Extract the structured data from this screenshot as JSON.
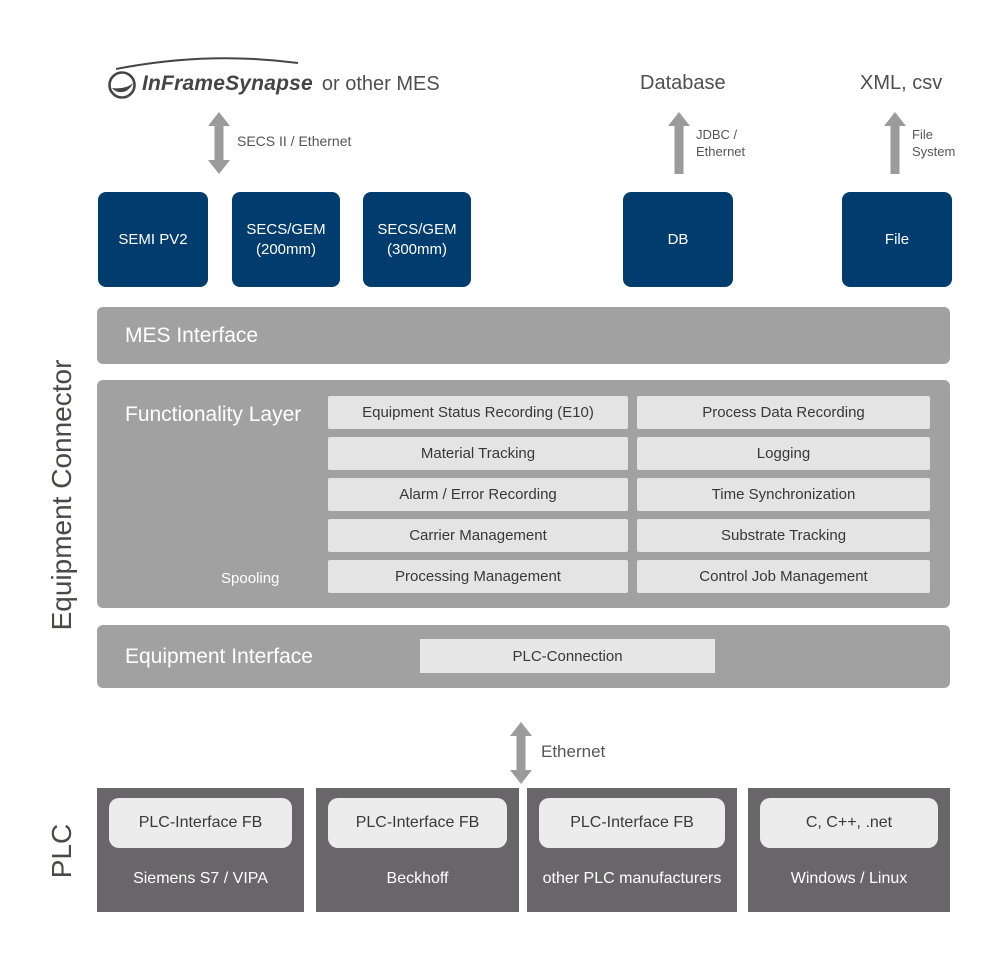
{
  "colors": {
    "navy": "#003c6d",
    "layer_gray": "#a1a1a1",
    "light_box": "#e4e4e4",
    "plc_dark_gray": "#696669",
    "arrow_gray": "#9b9b9b",
    "text_dark": "#4f4f4f"
  },
  "header": {
    "logo_text": "InFrameSynapse",
    "logo_suffix": "or other MES",
    "secs_label": "SECS II / Ethernet",
    "database_label": "Database",
    "jdbc_label_1": "JDBC /",
    "jdbc_label_2": "Ethernet",
    "xml_label": "XML, csv",
    "file_label_1": "File",
    "file_label_2": "System"
  },
  "protocol_boxes": [
    {
      "line1": "SEMI PV2"
    },
    {
      "line1": "SECS/GEM",
      "line2": "(200mm)"
    },
    {
      "line1": "SECS/GEM",
      "line2": "(300mm)"
    },
    {
      "line1": "DB"
    },
    {
      "line1": "File"
    }
  ],
  "side_labels": {
    "connector": "Equipment Connector",
    "plc": "PLC"
  },
  "mes_interface": {
    "title": "MES Interface"
  },
  "functionality": {
    "title": "Functionality Layer",
    "spooling_label": "Spooling",
    "items": [
      "Equipment Status Recording (E10)",
      "Process Data Recording",
      "Material Tracking",
      "Logging",
      "Alarm / Error Recording",
      "Time Synchronization",
      "Carrier Management",
      "Substrate Tracking",
      "Processing Management",
      "Control Job Management"
    ]
  },
  "equipment_interface": {
    "title": "Equipment Interface",
    "item": "PLC-Connection"
  },
  "ethernet_label": "Ethernet",
  "plc_boxes": [
    {
      "top": "PLC-Interface FB",
      "bottom": "Siemens S7 / VIPA"
    },
    {
      "top": "PLC-Interface FB",
      "bottom": "Beckhoff"
    },
    {
      "top": "PLC-Interface FB",
      "bottom": "other PLC manufacturers"
    },
    {
      "top": "C, C++, .net",
      "bottom": "Windows / Linux"
    }
  ]
}
